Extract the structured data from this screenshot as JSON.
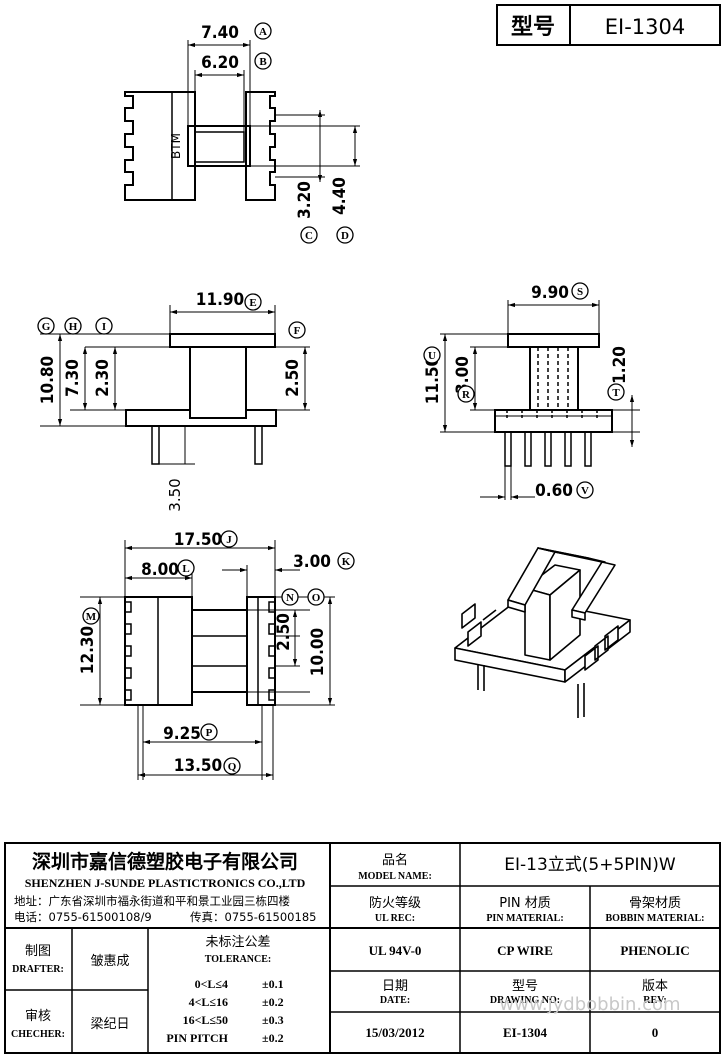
{
  "header": {
    "type_label": "型号",
    "type_value": "EI-1304"
  },
  "top_view": {
    "dim_a": "7.40",
    "dim_b": "6.20",
    "btm": "BTM",
    "dim_c": "3.20",
    "dim_d": "4.40"
  },
  "front_view": {
    "dim_e": "11.90",
    "dim_f": "2.50",
    "dim_g": "10.80",
    "dim_h": "7.30",
    "dim_i": "2.30",
    "dim_pin": "3.50"
  },
  "side_view": {
    "dim_s": "9.90",
    "dim_u": "11.50",
    "dim_r": "3.00",
    "dim_t": "1.20",
    "dim_v": "0.60"
  },
  "bottom_view": {
    "dim_j": "17.50",
    "dim_l": "8.00",
    "dim_k": "3.00",
    "dim_m": "12.30",
    "dim_n": "2.50",
    "dim_o": "10.00",
    "dim_p": "9.25",
    "dim_q": "13.50"
  },
  "letters": {
    "a": "A",
    "b": "B",
    "c": "C",
    "d": "D",
    "e": "E",
    "f": "F",
    "g": "G",
    "h": "H",
    "i": "I",
    "j": "J",
    "k": "K",
    "l": "L",
    "m": "M",
    "n": "N",
    "o": "O",
    "p": "P",
    "q": "Q",
    "r": "R",
    "s": "S",
    "t": "T",
    "u": "U",
    "v": "V"
  },
  "title_block": {
    "company_cn": "深圳市嘉信德塑胶电子有限公司",
    "company_en": "SHENZHEN J-SUNDE PLASTICTRONICS CO.,LTD",
    "address": "地址：广东省深圳市福永街道和平和景工业园三栋四楼",
    "phone": "电话：0755-61500108/9",
    "fax": "传真：0755-61500185",
    "model_name_cn": "品名",
    "model_name_en": "MODEL NAME:",
    "model_name_value": "EI-13立式(5+5PIN)W",
    "ul_rec_cn": "防火等级",
    "ul_rec_en": "UL REC:",
    "pin_material_cn": "PIN 材质",
    "pin_material_en": "PIN MATERIAL:",
    "bobbin_material_cn": "骨架材质",
    "bobbin_material_en": "BOBBIN MATERIAL:",
    "ul_value": "UL 94V-0",
    "pin_value": "CP WIRE",
    "bobbin_value": "PHENOLIC",
    "drafter_cn": "制图",
    "drafter_en": "DRAFTER:",
    "drafter_value": "皱惠成",
    "checker_cn": "审核",
    "checker_en": "CHECHER:",
    "checker_value": "梁纪日",
    "tol_cn": "未标注公差",
    "tol_en": "TOLERANCE:",
    "tol_rows": [
      {
        "range": "0<L≤4",
        "value": "±0.1"
      },
      {
        "range": "4<L≤16",
        "value": "±0.2"
      },
      {
        "range": "16<L≤50",
        "value": "±0.3"
      },
      {
        "range": "PIN PITCH",
        "value": "±0.2"
      }
    ],
    "date_cn": "日期",
    "date_en": "DATE:",
    "date_value": "15/03/2012",
    "drawing_no_cn": "型号",
    "drawing_no_en": "DRAWING NO:",
    "drawing_no_value": "EI-1304",
    "rev_cn": "版本",
    "rev_en": "REV:",
    "rev_value": "0"
  },
  "watermark": "www.jydbobbin.com"
}
